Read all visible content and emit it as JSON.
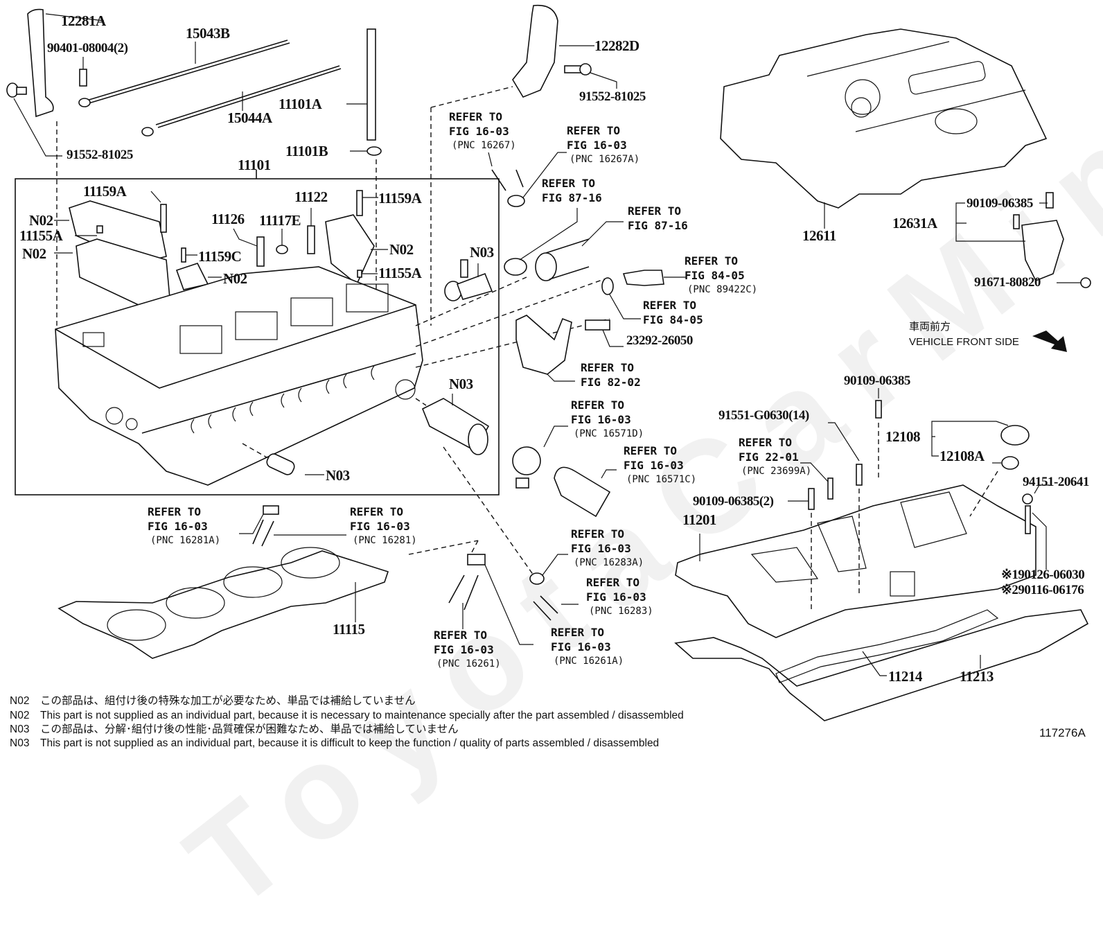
{
  "watermark": "ToyotaCarMine.ru",
  "figure_number": "117276A",
  "direction": {
    "japanese": "車両前方",
    "english": "VEHICLE FRONT SIDE",
    "icon": "arrow-down-right-icon"
  },
  "group_box_label": "11101",
  "part_labels": {
    "p12281A": "12281A",
    "p90401": "90401-08004(2)",
    "p15043B": "15043B",
    "p15044A": "15044A",
    "p11101A": "11101A",
    "p11101B": "11101B",
    "p91552_left": "91552-81025",
    "p11159A_left": "11159A",
    "p11159A_right": "11159A",
    "p11122": "11122",
    "p11126": "11126",
    "p11117E": "11117E",
    "p11159C": "11159C",
    "p11155A_left": "11155A",
    "p11155A_right": "11155A",
    "n02_a": "N02",
    "n02_b": "N02",
    "n02_c": "N02",
    "n02_d": "N02",
    "n03_a": "N03",
    "n03_b": "N03",
    "n03_c": "N03",
    "p12282D": "12282D",
    "p91552_right": "91552-81025",
    "p23292": "23292-26050",
    "p12611": "12611",
    "p12631A": "12631A",
    "p90109_top": "90109-06385",
    "p91671": "91671-80820",
    "p90109_mid": "90109-06385",
    "p91551": "91551-G0630(14)",
    "p12108": "12108",
    "p12108A": "12108A",
    "p90109_two": "90109-06385(2)",
    "p94151": "94151-20641",
    "p11201": "11201",
    "p190126": "※190126-06030",
    "p290116": "※290116-06176",
    "p11115": "11115",
    "p11214": "11214",
    "p11213": "11213"
  },
  "references": [
    {
      "id": "r16267",
      "line1": "REFER TO",
      "line2": "FIG 16-03",
      "pnc": "(PNC 16267)"
    },
    {
      "id": "r16267A",
      "line1": "REFER TO",
      "line2": "FIG 16-03",
      "pnc": "(PNC 16267A)"
    },
    {
      "id": "r8716a",
      "line1": "REFER TO",
      "line2": "FIG 87-16",
      "pnc": ""
    },
    {
      "id": "r8716b",
      "line1": "REFER TO",
      "line2": "FIG 87-16",
      "pnc": ""
    },
    {
      "id": "r89422C",
      "line1": "REFER TO",
      "line2": "FIG 84-05",
      "pnc": "(PNC 89422C)"
    },
    {
      "id": "r8405",
      "line1": "REFER TO",
      "line2": "FIG 84-05",
      "pnc": ""
    },
    {
      "id": "r8202",
      "line1": "REFER TO",
      "line2": "FIG 82-02",
      "pnc": ""
    },
    {
      "id": "r16571D",
      "line1": "REFER TO",
      "line2": "FIG 16-03",
      "pnc": "(PNC 16571D)"
    },
    {
      "id": "r16571C",
      "line1": "REFER TO",
      "line2": "FIG 16-03",
      "pnc": "(PNC 16571C)"
    },
    {
      "id": "r23699A",
      "line1": "REFER TO",
      "line2": "FIG 22-01",
      "pnc": "(PNC 23699A)"
    },
    {
      "id": "r16281A",
      "line1": "REFER TO",
      "line2": "FIG 16-03",
      "pnc": "(PNC 16281A)"
    },
    {
      "id": "r16281",
      "line1": "REFER TO",
      "line2": "FIG 16-03",
      "pnc": "(PNC 16281)"
    },
    {
      "id": "r16283A",
      "line1": "REFER TO",
      "line2": "FIG 16-03",
      "pnc": "(PNC 16283A)"
    },
    {
      "id": "r16283",
      "line1": "REFER TO",
      "line2": "FIG 16-03",
      "pnc": "(PNC 16283)"
    },
    {
      "id": "r16261",
      "line1": "REFER TO",
      "line2": "FIG 16-03",
      "pnc": "(PNC 16261)"
    },
    {
      "id": "r16261A",
      "line1": "REFER TO",
      "line2": "FIG 16-03",
      "pnc": "(PNC 16261A)"
    }
  ],
  "notes": [
    {
      "code": "N02",
      "text": "この部品は、組付け後の特殊な加工が必要なため、単品では補給していません"
    },
    {
      "code": "N02",
      "text": "This part is not supplied as an individual part, because it is necessary to maintenance specially after the part assembled / disassembled"
    },
    {
      "code": "N03",
      "text": "この部品は、分解･組付け後の性能･品質確保が困難なため、単品では補給していません"
    },
    {
      "code": "N03",
      "text": "This part is not supplied as an individual part, because it is difficult to keep the function / quality of parts  assembled / disassembled"
    }
  ]
}
